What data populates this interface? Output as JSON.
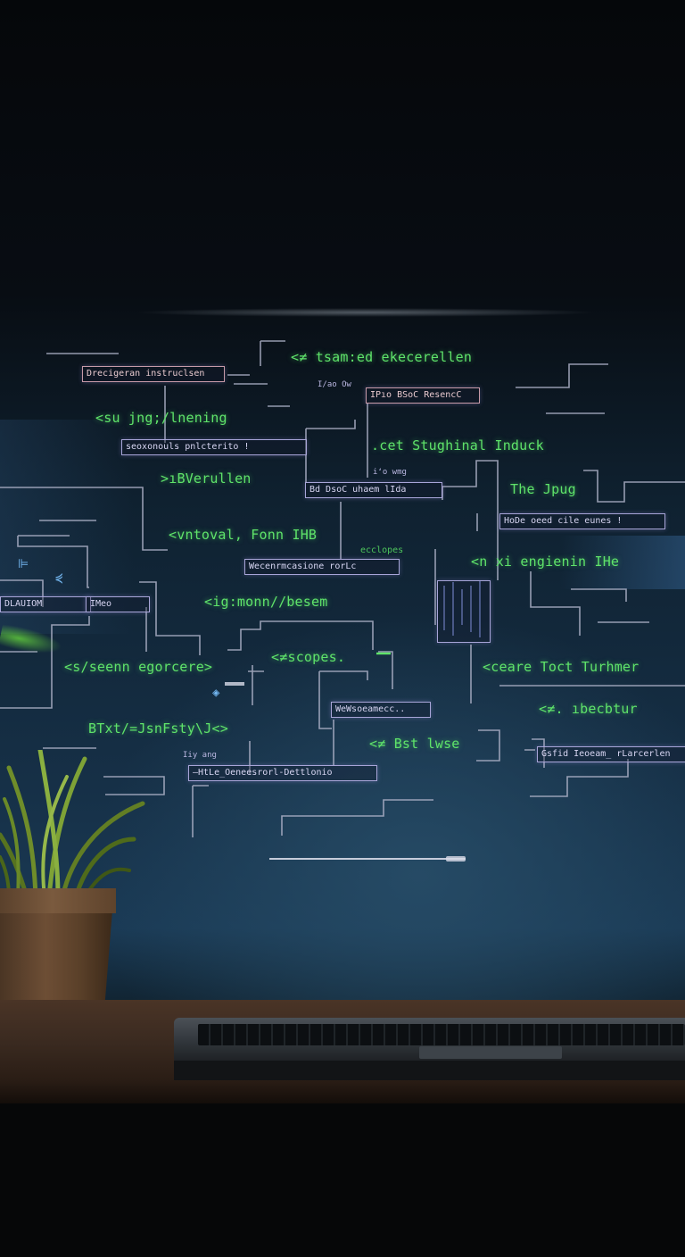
{
  "scene": "code-overlay",
  "accent_colors": {
    "code_green": "#5fe36a",
    "box_border": "#a8a5d8",
    "box_text": "#d7d5f2",
    "wire": "#aeb2c8"
  },
  "code_lines": [
    "<≠ tsam:ed ekecerellen",
    "<su jng;/lnening",
    ".cet Stughinal Induck",
    ">ıBVerullen",
    "The Jpug",
    "<vntoval, Fonn IHB",
    "<n xi engienin IHe",
    "<ig:monn//besem",
    "<≠scopes.",
    "<s/seenn egorcere>",
    "<ceare Toct Turhmer",
    "<≠. ıbecbtur",
    "BTxt/=JsnFsty\\J<>",
    "<≠ Bst lwse"
  ],
  "boxes": [
    "Drecigeran instruclsen",
    "IPıo BSoC ResencC",
    "seoxonouls pnlcterito !",
    "Bd DsoC uhaem  lIda",
    "HoDe   oeed cile  eunes   !",
    "Wecenrmcasione rorLc",
    "DLAUIOM",
    "IMeo",
    "WeWsoeamecc..",
    "—HtLe_Oeneesrorl-Dettlonio",
    "Gsfid Ieoeam_  rLarcerlen"
  ],
  "small_labels": [
    "iʻo wmg",
    "ecclopes",
    "Iiy ang",
    "I/ao  Ow"
  ]
}
